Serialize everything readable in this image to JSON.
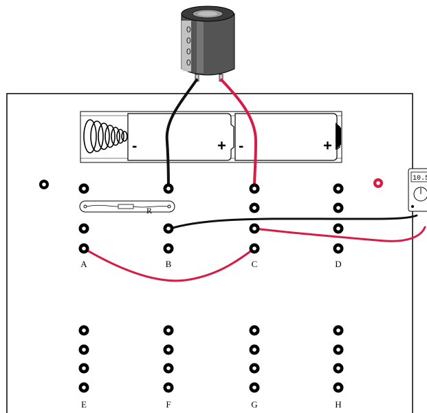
{
  "title": "",
  "colors": {
    "red_wire": "#d81b45",
    "black_wire": "#111111",
    "board_border": "#000000",
    "socket": "#000000"
  },
  "coil": {
    "turn_marks": [
      "0",
      "0",
      "0",
      "0"
    ]
  },
  "battery": {
    "cells": [
      {
        "neg": "-",
        "pos": "+"
      },
      {
        "neg": "-",
        "pos": "+"
      }
    ]
  },
  "resistor": {
    "label": "R"
  },
  "meter": {
    "reading": "10.5"
  },
  "columns": {
    "top": [
      "A",
      "B",
      "C",
      "D"
    ],
    "bottom": [
      "E",
      "F",
      "G",
      "H"
    ]
  },
  "icons": {
    "coil": "solenoid-coil-icon",
    "battery": "battery-holder-icon",
    "meter": "multimeter-icon",
    "resistor": "resistor-icon"
  }
}
